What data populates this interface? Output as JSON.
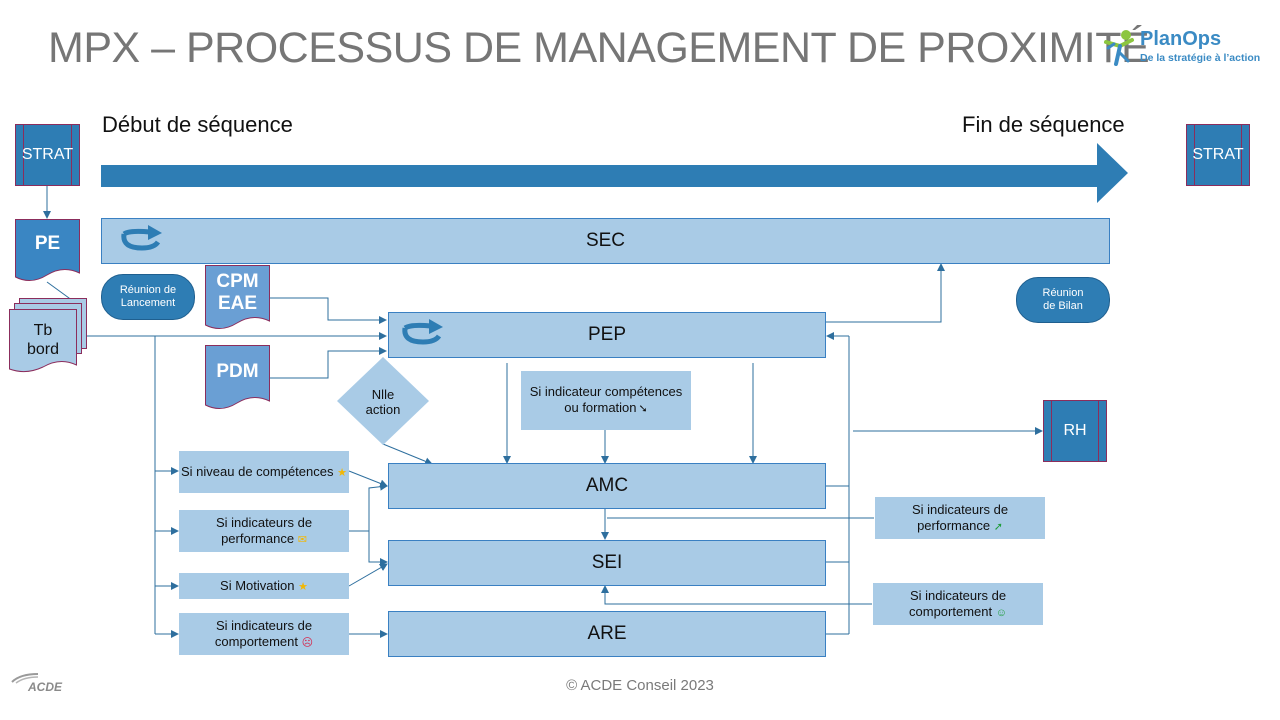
{
  "title": "MPX – PROCESSUS DE MANAGEMENT DE PROXIMITÉ",
  "logo": {
    "brand": "PlanOps",
    "tagline": "De la stratégie à l’action",
    "brand_color": "#3b8bc4",
    "accent_color": "#8cc63f"
  },
  "sequence": {
    "start": "Début de séquence",
    "end": "Fin de séquence"
  },
  "nodes": {
    "strat_left": "STRAT",
    "strat_right": "STRAT",
    "pe": "PE",
    "tb_bord": "Tb\nbord",
    "cpm_eae": "CPM\nEAE",
    "pdm": "PDM",
    "reunion_lancement": "Réunion de\nLancement",
    "reunion_bilan": "Réunion\nde Bilan",
    "sec": "SEC",
    "pep": "PEP",
    "amc": "AMC",
    "sei": "SEI",
    "are": "ARE",
    "rh": "RH",
    "nlle_action": "Nlle\naction"
  },
  "conditions": {
    "competences_formation": "Si indicateur compétences ou formation",
    "niveau_competences": "Si niveau  de compétences",
    "indicateurs_performance_left": "Si indicateurs  de performance",
    "motivation": "Si Motivation",
    "indicateurs_comportement_left": "Si indicateurs  de comportement",
    "indicateurs_performance_right": "Si indicateurs  de performance",
    "indicateurs_comportement_right": "Si indicateurs  de comportement"
  },
  "symbols": {
    "down_arrow": "➘",
    "up_arrow": "➚",
    "star": "★",
    "envelope": "✉",
    "sad": "☹",
    "smile": "☺"
  },
  "colors": {
    "dark_blue": "#2e7db4",
    "light_blue": "#a9cbe6",
    "doc_blue": "#6a9fd4",
    "border_purple": "#8b2d5c",
    "connector": "#2e6f9e",
    "title_gray": "#767676"
  },
  "footer": "© ACDE Conseil 2023",
  "corner_logo": "ACDE"
}
